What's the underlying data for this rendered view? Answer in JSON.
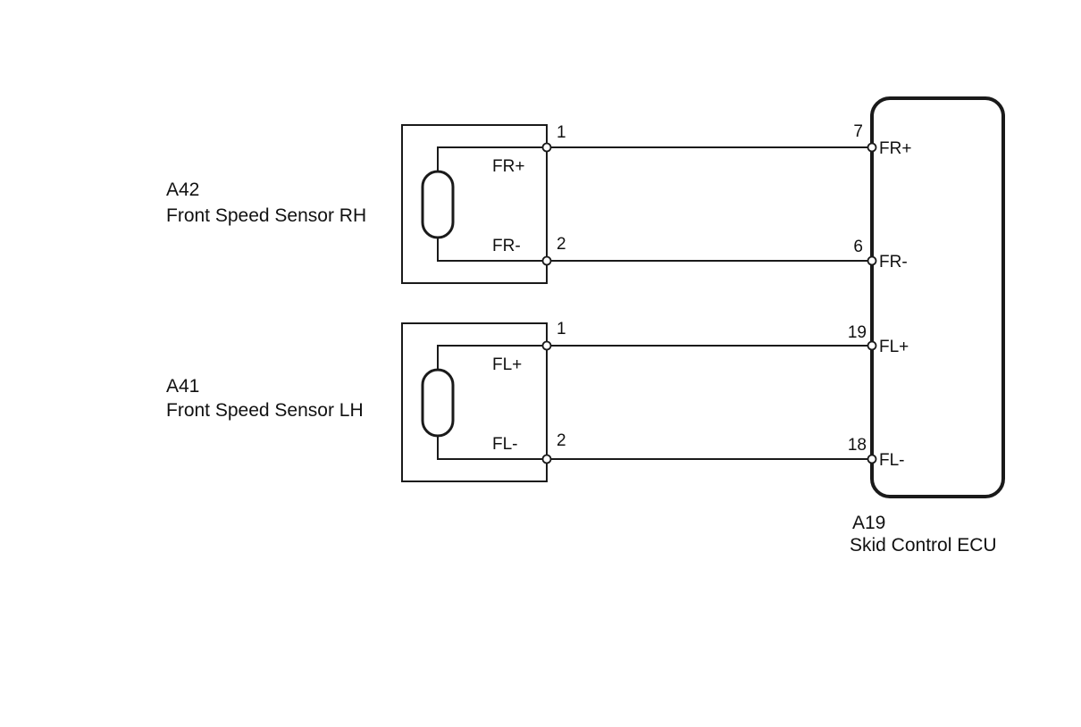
{
  "components": {
    "sensor_rh": {
      "code": "A42",
      "name": "Front Speed Sensor RH",
      "pins": [
        {
          "number": "1",
          "signal": "FR+"
        },
        {
          "number": "2",
          "signal": "FR-"
        }
      ]
    },
    "sensor_lh": {
      "code": "A41",
      "name": "Front Speed Sensor LH",
      "pins": [
        {
          "number": "1",
          "signal": "FL+"
        },
        {
          "number": "2",
          "signal": "FL-"
        }
      ]
    },
    "ecu": {
      "code": "A19",
      "name": "Skid Control ECU",
      "pins": [
        {
          "number": "7",
          "signal": "FR+"
        },
        {
          "number": "6",
          "signal": "FR-"
        },
        {
          "number": "19",
          "signal": "FL+"
        },
        {
          "number": "18",
          "signal": "FL-"
        }
      ]
    }
  },
  "colors": {
    "line": "#1a1a1a",
    "background": "#ffffff"
  }
}
